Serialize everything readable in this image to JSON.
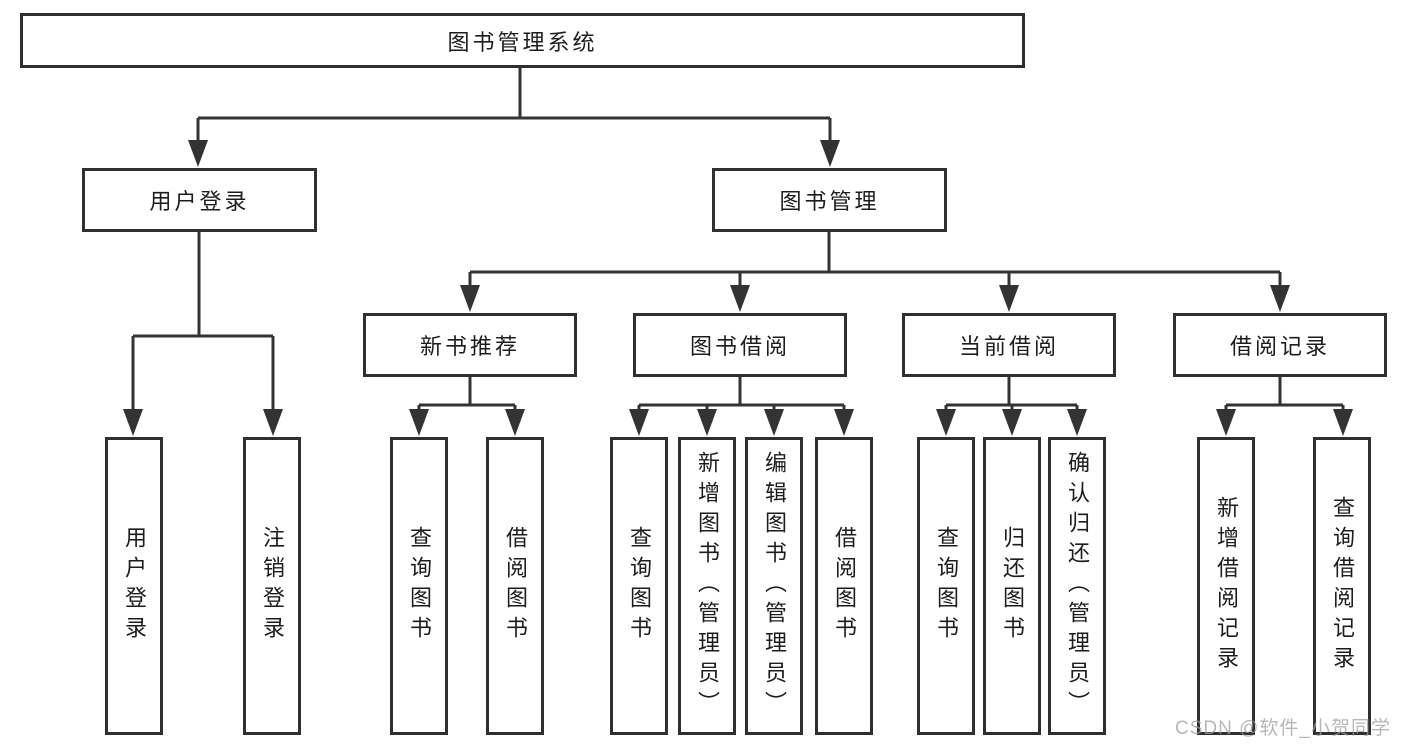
{
  "colors": {
    "line": "#333333",
    "box_border": "#2f2f2f",
    "text": "#1d1d1f",
    "watermark": "#9f9f9f",
    "background": "#ffffff"
  },
  "diagram": {
    "root": "图书管理系统",
    "branches": [
      {
        "label": "用户登录",
        "children": [
          "用户登录",
          "注销登录"
        ]
      },
      {
        "label": "图书管理",
        "groups": [
          {
            "label": "新书推荐",
            "children": [
              "查询图书",
              "借阅图书"
            ]
          },
          {
            "label": "图书借阅",
            "children": [
              "查询图书",
              "新增图书（管理员）",
              "编辑图书（管理员）",
              "借阅图书"
            ]
          },
          {
            "label": "当前借阅",
            "children": [
              "查询图书",
              "归还图书",
              "确认归还（管理员）"
            ]
          },
          {
            "label": "借阅记录",
            "children": [
              "新增借阅记录",
              "查询借阅记录"
            ]
          }
        ]
      }
    ]
  },
  "watermark": "CSDN @软件_小贺同学"
}
